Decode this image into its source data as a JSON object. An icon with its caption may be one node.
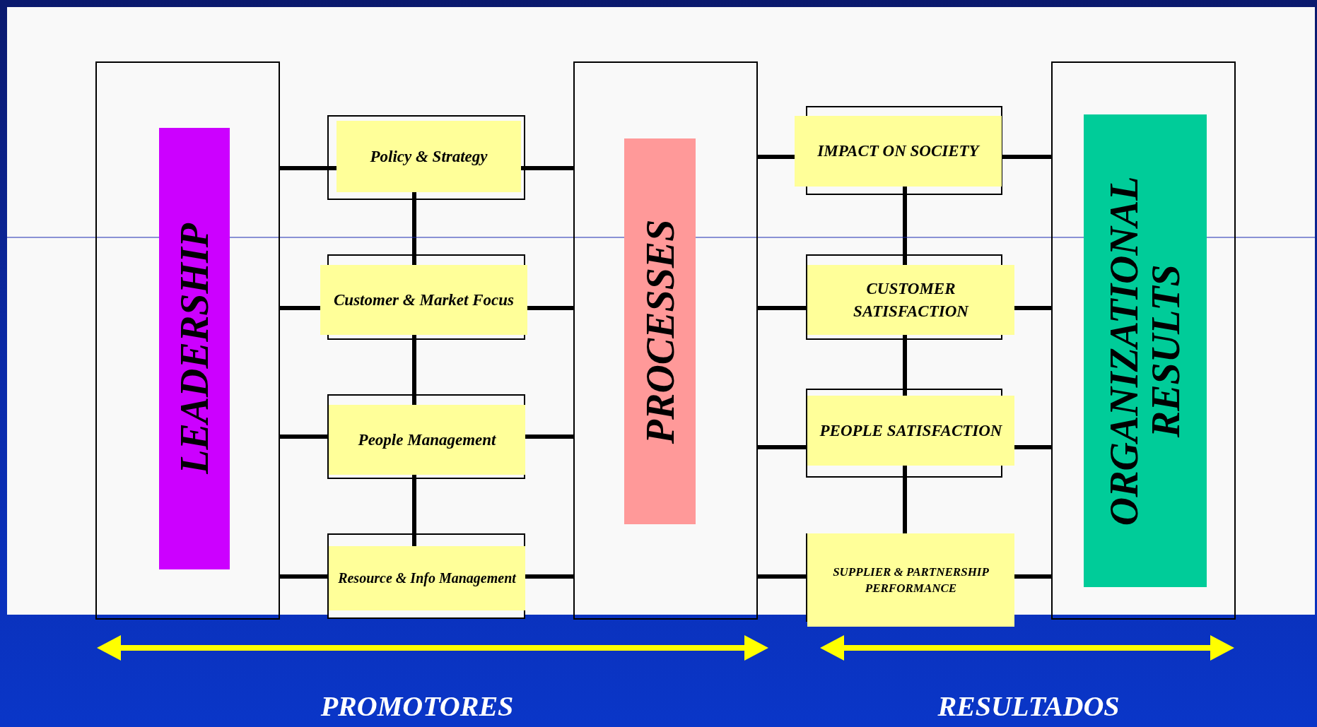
{
  "diagram": {
    "nodes": [
      {
        "text": [
          "LEADERSHIP"
        ]
      },
      {
        "text": [
          "Policy & Strategy"
        ]
      },
      {
        "text": [
          "Customer & Market Focus"
        ]
      },
      {
        "text": [
          "People Management"
        ]
      },
      {
        "text": [
          "Resource & Info Management"
        ]
      },
      {
        "text": [
          "PROCESSES"
        ]
      },
      {
        "text": [
          "IMPACT ON SOCIETY"
        ]
      },
      {
        "text": [
          "CUSTOMER SATISFACTION"
        ]
      },
      {
        "text": [
          "PEOPLE SATISFACTION"
        ]
      },
      {
        "text": [
          "SUPPLIER & PARTNERSHIP PERFORMANCE"
        ]
      },
      {
        "text": [
          "ORGANIZATIONAL RESULTS"
        ]
      }
    ],
    "edges": [
      {
        "from": 0,
        "to": 1,
        "arrow": "none"
      },
      {
        "from": 0,
        "to": 2,
        "arrow": "none"
      },
      {
        "from": 0,
        "to": 3,
        "arrow": "none"
      },
      {
        "from": 0,
        "to": 4,
        "arrow": "none"
      },
      {
        "from": 1,
        "to": 5,
        "arrow": "none"
      },
      {
        "from": 2,
        "to": 5,
        "arrow": "none"
      },
      {
        "from": 3,
        "to": 5,
        "arrow": "none"
      },
      {
        "from": 4,
        "to": 5,
        "arrow": "none"
      },
      {
        "from": 1,
        "to": 2,
        "arrow": "none"
      },
      {
        "from": 2,
        "to": 3,
        "arrow": "none"
      },
      {
        "from": 3,
        "to": 4,
        "arrow": "none"
      },
      {
        "from": 5,
        "to": 6,
        "arrow": "none"
      },
      {
        "from": 5,
        "to": 7,
        "arrow": "none"
      },
      {
        "from": 5,
        "to": 8,
        "arrow": "none"
      },
      {
        "from": 5,
        "to": 9,
        "arrow": "none"
      },
      {
        "from": 6,
        "to": 10,
        "arrow": "none"
      },
      {
        "from": 7,
        "to": 10,
        "arrow": "none"
      },
      {
        "from": 8,
        "to": 10,
        "arrow": "none"
      },
      {
        "from": 9,
        "to": 10,
        "arrow": "none"
      },
      {
        "from": 6,
        "to": 7,
        "arrow": "none"
      },
      {
        "from": 7,
        "to": 8,
        "arrow": "none"
      },
      {
        "from": 8,
        "to": 9,
        "arrow": "none"
      }
    ],
    "labels": [
      "PROMOTORES",
      "RESULTADOS"
    ]
  }
}
